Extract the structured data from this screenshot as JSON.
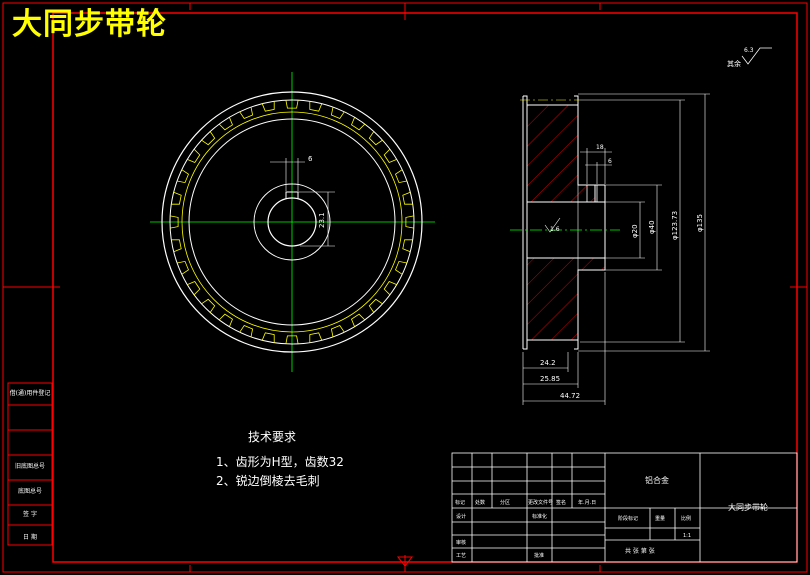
{
  "drawing": {
    "title": "大同步带轮",
    "colors": {
      "background": "#000000",
      "frame": "#ff0000",
      "outline": "#ffffff",
      "pitch": "#ffff00",
      "centerline": "#00ff00",
      "hatch": "#ff0000",
      "dimension": "#ffffff"
    }
  },
  "tech_requirements": {
    "heading": "技术要求",
    "items": [
      "1、齿形为H型，齿数32",
      "2、锐边倒棱去毛刺"
    ]
  },
  "roughness": {
    "value": "6.3",
    "label": "其余"
  },
  "front_view": {
    "dim_key": "6",
    "dim_bore": "23.1"
  },
  "section_view": {
    "dims": {
      "top1": "18",
      "top2": "6",
      "rough": "1.6",
      "d1": "φ20",
      "d2": "φ40",
      "d3": "φ123.73",
      "d4": "φ135",
      "b1": "24.2",
      "b2": "25.85",
      "b3": "44.72"
    }
  },
  "side_labels": [
    "借(通)用件登记",
    "旧底图总号",
    "底图总号",
    "签 字",
    "日 期"
  ],
  "title_block": {
    "material": "铝合金",
    "part_name": "大同步带轮",
    "headers": [
      "标记",
      "处数",
      "分区",
      "更改文件号",
      "签名",
      "年.月.日"
    ],
    "rows": [
      "设计",
      "审核",
      "工艺"
    ],
    "std_label": "标准化",
    "approve_label": "批准",
    "stage_label": "阶段标记",
    "weight_label": "重量",
    "scale_label": "比例",
    "scale": "1:1",
    "sheets": "共 张 第 张"
  }
}
